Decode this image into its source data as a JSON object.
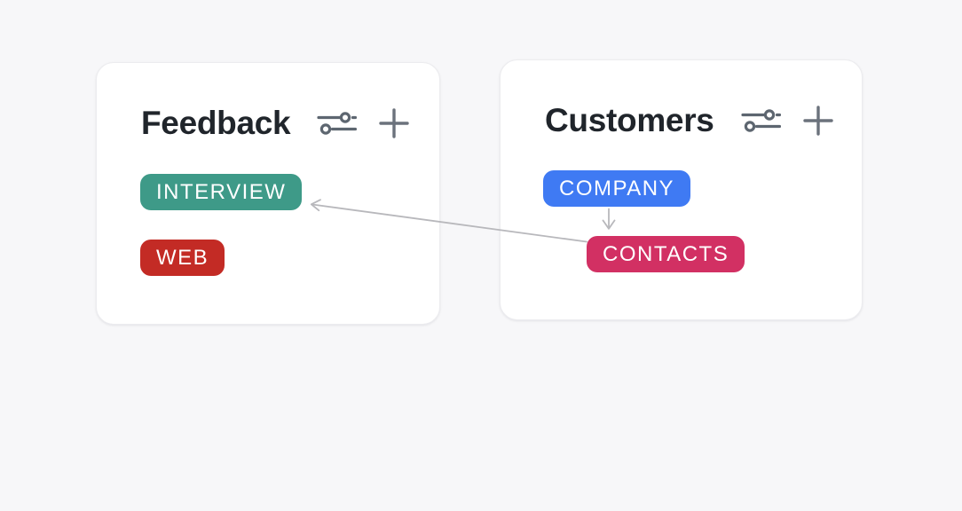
{
  "canvas": {
    "background": "#f7f7f9"
  },
  "cards": [
    {
      "title": "Feedback",
      "header_icons": [
        {
          "name": "sliders-icon",
          "meaning": "filter-fields"
        },
        {
          "name": "plus-icon",
          "meaning": "add-field"
        }
      ],
      "tags": [
        {
          "label": "INTERVIEW",
          "color": "#3e9a88"
        },
        {
          "label": "WEB",
          "color": "#c32b25"
        }
      ]
    },
    {
      "title": "Customers",
      "header_icons": [
        {
          "name": "sliders-icon",
          "meaning": "filter-fields"
        },
        {
          "name": "plus-icon",
          "meaning": "add-field"
        }
      ],
      "tags": [
        {
          "label": "COMPANY",
          "color": "#3f7af3"
        },
        {
          "label": "CONTACTS",
          "color": "#d23063"
        }
      ]
    }
  ],
  "connections": [
    {
      "from": "CONTACTS",
      "to": "INTERVIEW",
      "type": "arrow"
    },
    {
      "from": "COMPANY",
      "to": "CONTACTS",
      "type": "arrow"
    }
  ],
  "colors": {
    "canvas_bg": "#f7f7f9",
    "card_bg": "#ffffff",
    "card_border": "#ececef",
    "title_text": "#20252b",
    "icon_gray": "#5d6670",
    "connector_gray": "#b8b8bc",
    "tag_text": "#ffffff"
  }
}
